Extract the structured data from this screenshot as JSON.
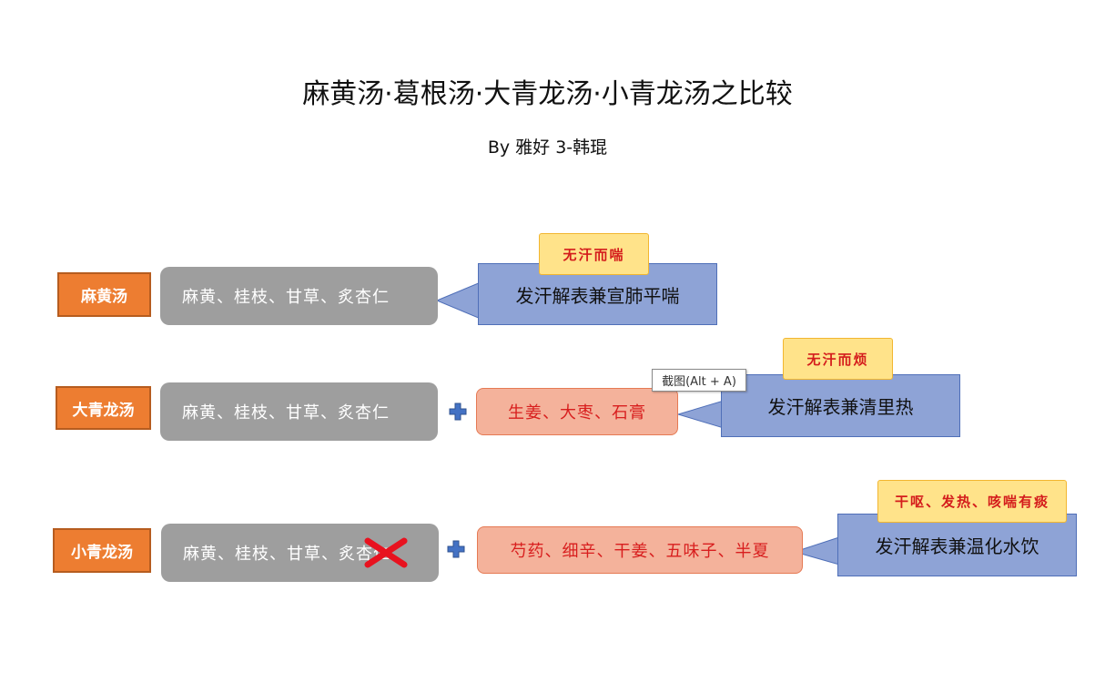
{
  "title": "麻黄汤·葛根汤·大青龙汤·小青龙汤之比较",
  "byline": "By  雅好 3-韩琨",
  "rows": [
    {
      "name": "麻黄汤",
      "base": "麻黄、桂枝、甘草、炙杏仁",
      "effect": "发汗解表兼宣肺平喘",
      "tag": "无汗而喘"
    },
    {
      "name": "大青龙汤",
      "base": "麻黄、桂枝、甘草、炙杏仁",
      "extra": "生姜、大枣、石膏",
      "effect": "发汗解表兼清里热",
      "tag": "无汗而烦"
    },
    {
      "name": "小青龙汤",
      "base": "麻黄、桂枝、甘草、炙杏仁",
      "extra": "芍药、细辛、干姜、五味子、半夏",
      "effect": "发汗解表兼温化水饮",
      "tag": "干呕、发热、咳喘有痰"
    }
  ],
  "tooltip": "截图(Alt + A)",
  "colors": {
    "label": "#ed7d31",
    "ingredient_box": "#9e9e9e",
    "extra_box": "#f4b29b",
    "effect_box": "#8ea3d6",
    "tag_box": "#ffe38a",
    "cross_mark": "#e8121f",
    "plus_icon": "#4472c4"
  }
}
